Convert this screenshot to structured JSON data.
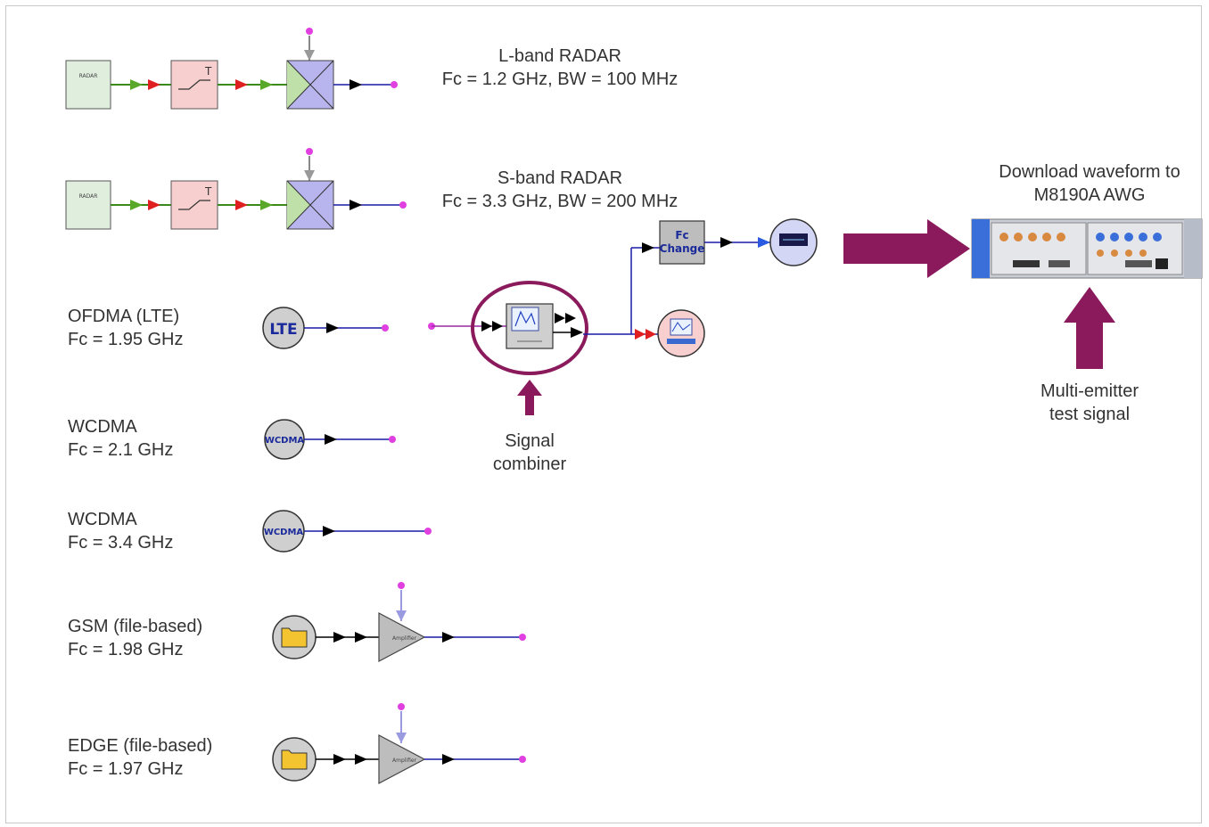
{
  "colors": {
    "arrow_accent": "#8b1a5c",
    "wire": "#1a1aa8",
    "port": "#e040e0",
    "radar_block": "#dfeedd",
    "filter_block": "#f7cfcf",
    "mixer_block": "#b8b4ee",
    "source_gray": "#cfcfcf"
  },
  "labels": {
    "l_band": {
      "line1": "L-band RADAR",
      "line2": "Fc = 1.2 GHz, BW = 100 MHz"
    },
    "s_band": {
      "line1": "S-band RADAR",
      "line2": "Fc = 3.3 GHz, BW = 200 MHz"
    },
    "ofdma": {
      "line1": "OFDMA (LTE)",
      "line2": "Fc = 1.95 GHz"
    },
    "wcdma1": {
      "line1": "WCDMA",
      "line2": "Fc = 2.1 GHz"
    },
    "wcdma2": {
      "line1": "WCDMA",
      "line2": "Fc = 3.4 GHz"
    },
    "gsm": {
      "line1": "GSM (file-based)",
      "line2": "Fc = 1.98 GHz"
    },
    "edge": {
      "line1": "EDGE (file-based)",
      "line2": "Fc = 1.97 GHz"
    },
    "combiner": {
      "line1": "Signal",
      "line2": "combiner"
    },
    "download": {
      "line1": "Download waveform to",
      "line2": "M8190A AWG"
    },
    "multi": {
      "line1": "Multi-emitter",
      "line2": "test signal"
    }
  },
  "blocks": {
    "lte": "LTE",
    "wcdma": "WCDMA",
    "fc_change_1": "Fc",
    "fc_change_2": "Change",
    "radar_src": "RADAR",
    "amplifier": "Amplifier"
  }
}
